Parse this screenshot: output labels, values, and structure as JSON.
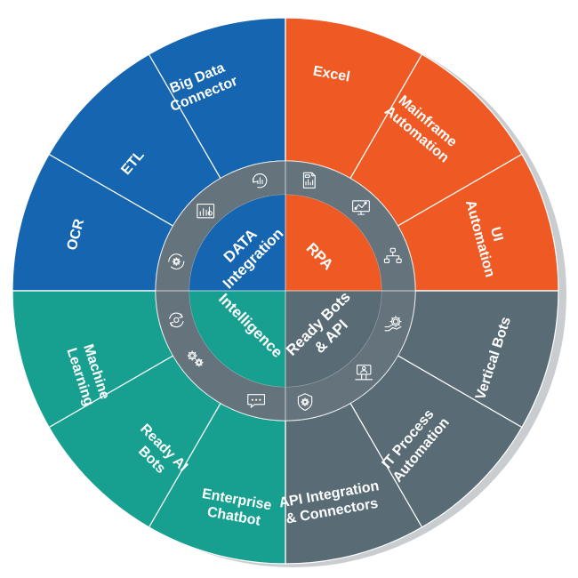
{
  "colors": {
    "data": "#1565b0",
    "rpa": "#ef5a24",
    "bots": "#596c76",
    "intelligence": "#17a08f",
    "ring": "#4e5f69",
    "divider": "#ffffff",
    "shadow": "#c9cdd0"
  },
  "quadrants": [
    {
      "key": "data",
      "core_label": [
        "DATA",
        "Integration"
      ],
      "segments": [
        {
          "label": [
            "Big Data",
            "Connector"
          ]
        },
        {
          "label": [
            "ETL"
          ]
        },
        {
          "label": [
            "OCR"
          ]
        }
      ]
    },
    {
      "key": "rpa",
      "core_label": [
        "RPA"
      ],
      "segments": [
        {
          "label": [
            "Excel"
          ]
        },
        {
          "label": [
            "Mainframe",
            "Automation"
          ]
        },
        {
          "label": [
            "UI",
            "Automation"
          ]
        }
      ]
    },
    {
      "key": "bots",
      "core_label": [
        "Ready Bots",
        "& API"
      ],
      "segments": [
        {
          "label": [
            "Vertical Bots"
          ]
        },
        {
          "label": [
            "IT Process",
            "Automation"
          ]
        },
        {
          "label": [
            "API Integration",
            "& Connectors"
          ]
        }
      ]
    },
    {
      "key": "intelligence",
      "core_label": [
        "Intelligence"
      ],
      "segments": [
        {
          "label": [
            "Machine",
            "Learning"
          ]
        },
        {
          "label": [
            "Ready AI",
            "Bots"
          ]
        },
        {
          "label": [
            "Enterprise",
            "Chatbot"
          ]
        }
      ]
    }
  ],
  "ring_icons": [
    {
      "name": "analytics-refresh-icon"
    },
    {
      "name": "document-report-icon"
    },
    {
      "name": "screen-workflow-icon"
    },
    {
      "name": "hierarchy-gear-icon"
    },
    {
      "name": "hand-gear-icon"
    },
    {
      "name": "user-monitor-icon"
    },
    {
      "name": "shield-gear-icon"
    },
    {
      "name": "chat-bubble-icon"
    },
    {
      "name": "gears-icon"
    },
    {
      "name": "brain-cycle-icon"
    },
    {
      "name": "gear-circle-icon"
    },
    {
      "name": "bar-chart-icon"
    }
  ]
}
